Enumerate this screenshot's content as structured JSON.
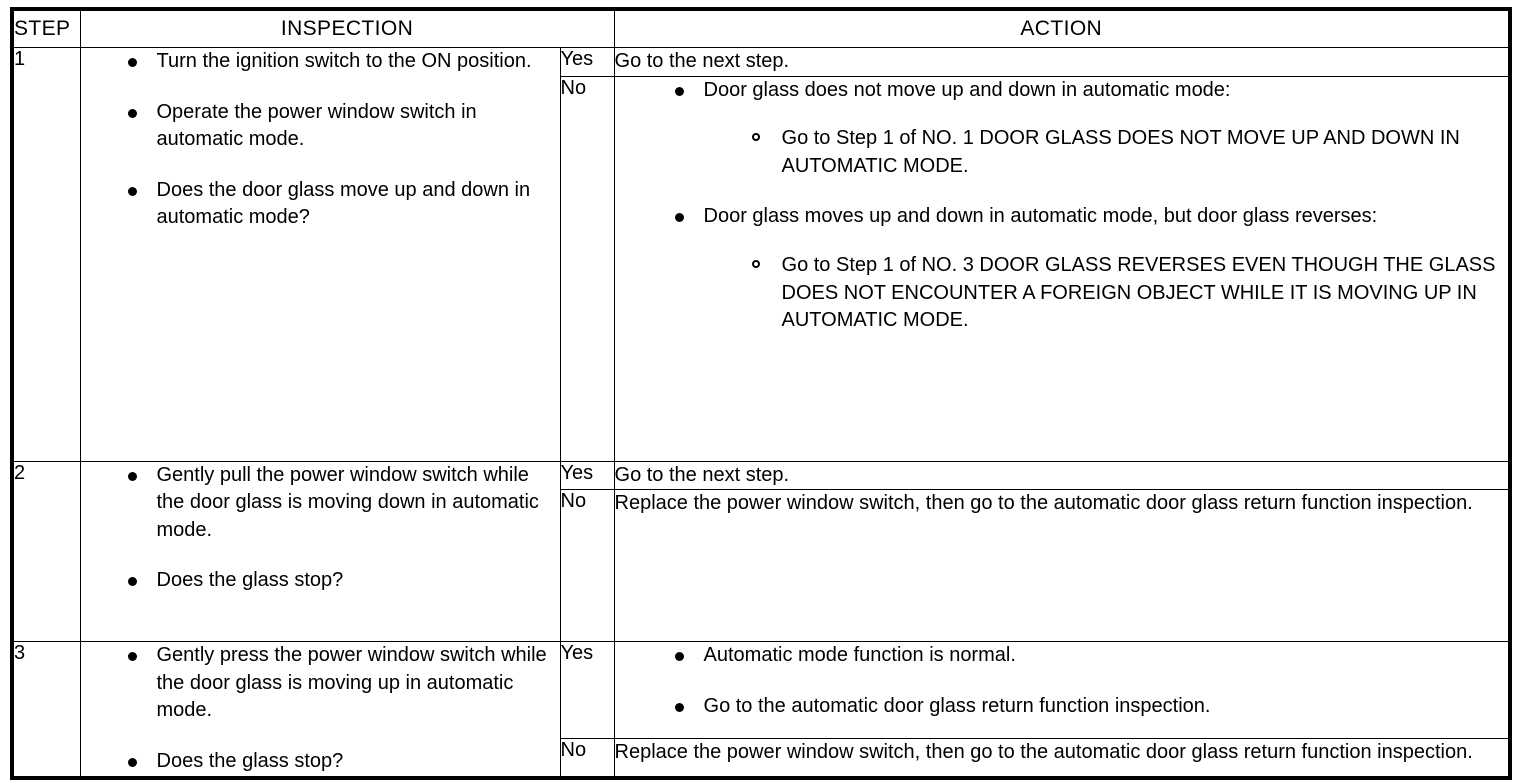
{
  "table": {
    "headers": {
      "step": "STEP",
      "inspection": "INSPECTION",
      "action": "ACTION"
    },
    "answers": {
      "yes": "Yes",
      "no": "No"
    },
    "steps": [
      {
        "number": "1",
        "inspection_bullets": [
          "Turn the ignition switch to the ON position.",
          "Operate the power window switch in automatic mode.",
          "Does the door glass move up and down in automatic mode?"
        ],
        "yes_action": "Go to the next step.",
        "no_action_bullets": [
          {
            "text": "Door glass does not move up and down in automatic mode:",
            "sub": [
              "Go to Step 1 of NO. 1 DOOR GLASS DOES NOT MOVE UP AND DOWN IN AUTOMATIC MODE."
            ]
          },
          {
            "text": "Door glass moves up and down in automatic mode, but door glass reverses:",
            "sub": [
              "Go to Step 1 of NO. 3 DOOR GLASS REVERSES EVEN THOUGH THE GLASS DOES NOT ENCOUNTER A FOREIGN OBJECT WHILE IT IS MOVING UP IN AUTOMATIC MODE."
            ]
          }
        ]
      },
      {
        "number": "2",
        "inspection_bullets": [
          "Gently pull the power window switch while the door glass is moving down in automatic mode.",
          "Does the glass stop?"
        ],
        "yes_action": "Go to the next step.",
        "no_action": "Replace the power window switch, then go to the automatic door glass return function inspection."
      },
      {
        "number": "3",
        "inspection_bullets": [
          "Gently press the power window switch while the door glass is moving up in automatic mode.",
          "Does the glass stop?"
        ],
        "yes_action_bullets": [
          "Automatic mode function is normal.",
          "Go to the automatic door glass return function inspection."
        ],
        "no_action": "Replace the power window switch, then go to the automatic door glass return function inspection."
      }
    ]
  },
  "icons": {
    "filled_bullet": "filled-bullet-icon",
    "hollow_bullet": "hollow-bullet-icon"
  },
  "colors": {
    "ink": "#000000",
    "paper": "#ffffff"
  }
}
